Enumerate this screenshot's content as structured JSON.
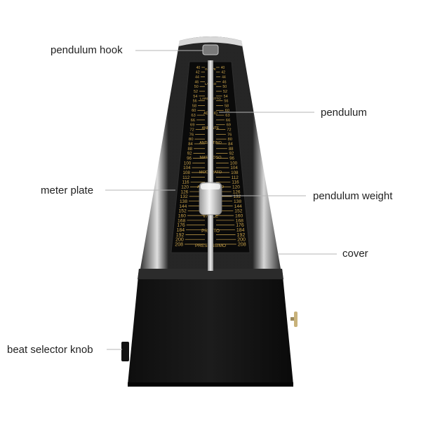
{
  "labels": {
    "pendulum_hook": "pendulum hook",
    "pendulum": "pendulum",
    "meter_plate": "meter plate",
    "pendulum_weight": "pendulum weight",
    "cover": "cover",
    "beat_selector_knob": "beat selector knob"
  },
  "scale": {
    "left_numbers": [
      "40",
      "42",
      "44",
      "46",
      "50",
      "52",
      "54",
      "56",
      "58",
      "60",
      "63",
      "66",
      "69",
      "72",
      "76",
      "80",
      "84",
      "88",
      "92",
      "96",
      "100",
      "104",
      "108",
      "112",
      "116",
      "120",
      "126",
      "132",
      "138",
      "144",
      "152",
      "160",
      "168",
      "176",
      "184",
      "192",
      "200",
      "208"
    ],
    "tempo_names": [
      "GRAVE",
      "LARGO",
      "LARGHETTO",
      "ADAGIO",
      "ANDANTE",
      "ANDANTINO",
      "MAESTOSO",
      "MODERATO",
      "ALLEGRETTO",
      "ALLEGRO",
      "VIVACE",
      "PRESTO",
      "PRESTISSIMO"
    ]
  },
  "colors": {
    "body": "#161616",
    "face": "#0b0b0b",
    "scale_gold": "#c9a24a",
    "leader_line": "#b5b5b5",
    "label_text": "#222222"
  }
}
